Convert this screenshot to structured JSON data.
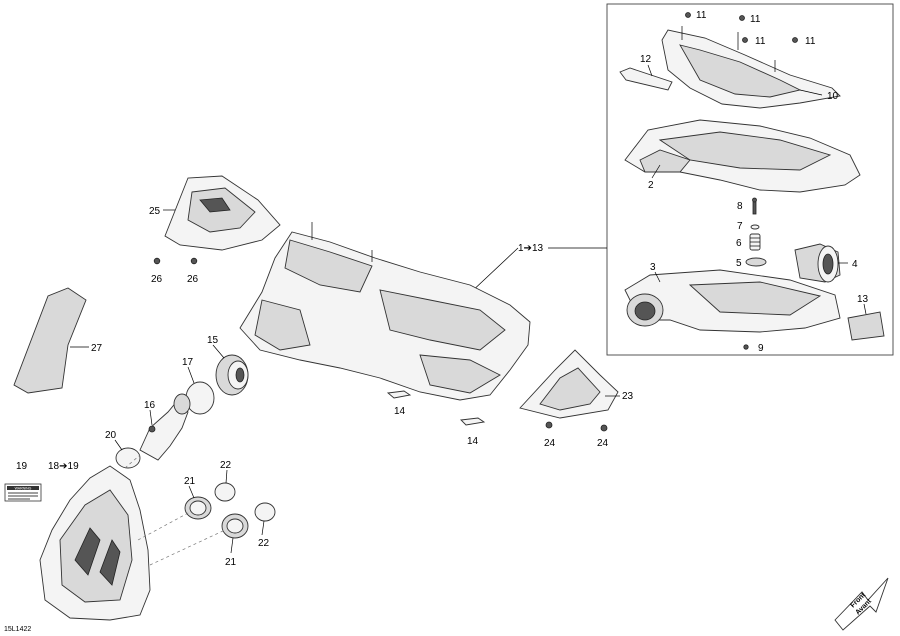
{
  "diagram_id": "15L1422",
  "front_label_en": "Front",
  "front_label_fr": "Avant",
  "warning_label_text": "WARNING",
  "callouts": {
    "c1_13": "1➔13",
    "c2": "2",
    "c3": "3",
    "c4": "4",
    "c5": "5",
    "c6": "6",
    "c7": "7",
    "c8": "8",
    "c9": "9",
    "c10": "10",
    "c11a": "11",
    "c11b": "11",
    "c11c": "11",
    "c11d": "11",
    "c12": "12",
    "c13": "13",
    "c14a": "14",
    "c14b": "14",
    "c15": "15",
    "c16": "16",
    "c17": "17",
    "c18_19": "18➔19",
    "c19": "19",
    "c20": "20",
    "c21a": "21",
    "c21b": "21",
    "c22a": "22",
    "c22b": "22",
    "c23": "23",
    "c24a": "24",
    "c24b": "24",
    "c25": "25",
    "c26a": "26",
    "c26b": "26",
    "c27": "27"
  }
}
